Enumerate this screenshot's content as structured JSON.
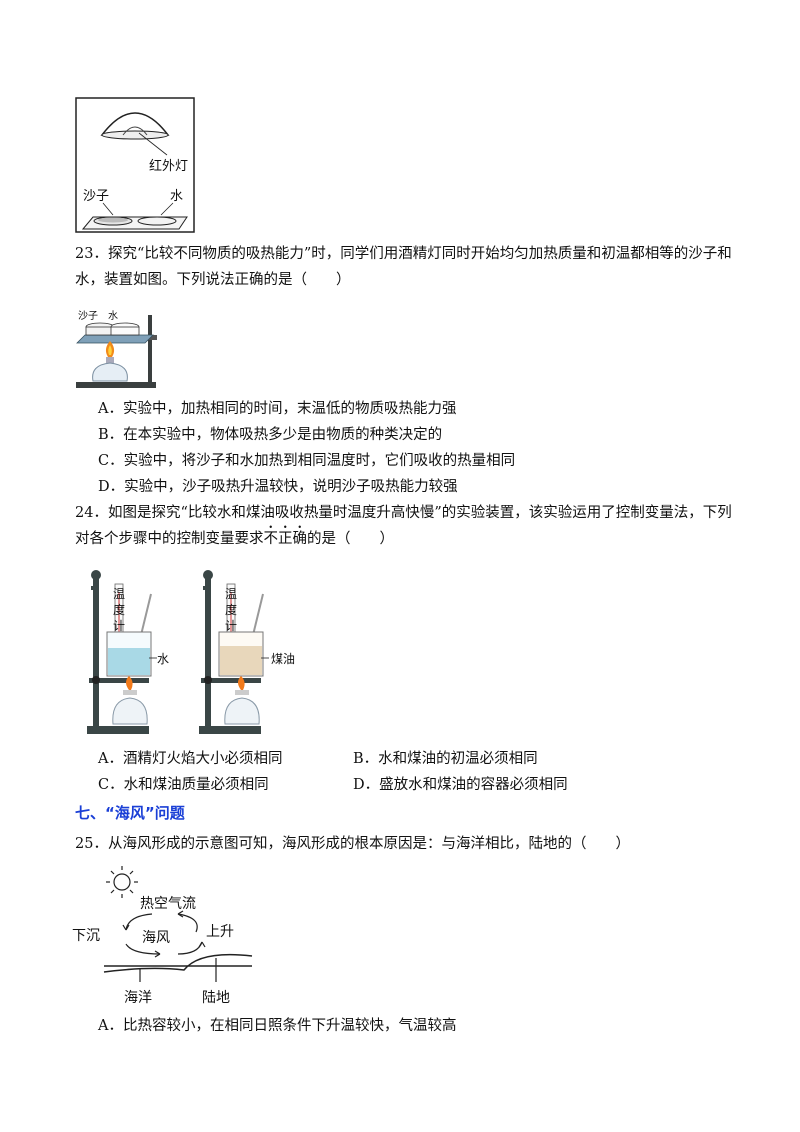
{
  "fig22": {
    "lamp_label": "红外灯",
    "sand_label": "沙子",
    "water_label": "水"
  },
  "q23": {
    "line1": "23．探究“比较不同物质的吸热能力”时，同学们用酒精灯同时开始均匀加热质量和初温都相等的沙子和",
    "line2": "水，装置如图。下列说法正确的是（　　）",
    "fig": {
      "sand_label": "沙子",
      "water_label": "水"
    },
    "options": [
      "A．实验中，加热相同的时间，末温低的物质吸热能力强",
      "B．在本实验中，物体吸热多少是由物质的种类决定的",
      "C．实验中，将沙子和水加热到相同温度时，它们吸收的热量相同",
      "D．实验中，沙子吸热升温较快，说明沙子吸热能力较强"
    ]
  },
  "q24": {
    "line1": "24．如图是探究“比较水和煤油吸收热量时温度升高快慢”的实验装置，该实验运用了控制变量法，下列",
    "line2_pre": "对各个步骤中的控制变量要求",
    "line2_emph": [
      "不",
      "正",
      "确"
    ],
    "line2_post": "的是（　　）",
    "fig": {
      "thermo_label_1": [
        "温",
        "度",
        "计"
      ],
      "thermo_label_2": [
        "温",
        "度",
        "计"
      ],
      "liquid_1": "水",
      "liquid_2": "煤油"
    },
    "options": [
      "A．酒精灯火焰大小必须相同",
      "B．水和煤油的初温必须相同",
      "C．水和煤油质量必须相同",
      "D．盛放水和煤油的容器必须相同"
    ]
  },
  "section7": {
    "title": "七、“海风”问题"
  },
  "q25": {
    "line1": "25．从海风形成的示意图可知，海风形成的根本原因是：与海洋相比，陆地的（　　）",
    "fig": {
      "hot_air": "热空气流",
      "sink": "下沉",
      "rise": "上升",
      "sea_breeze": "海风",
      "sea": "海洋",
      "land": "陆地"
    },
    "options": [
      "A．比热容较小，在相同日照条件下升温较快，气温较高"
    ]
  }
}
